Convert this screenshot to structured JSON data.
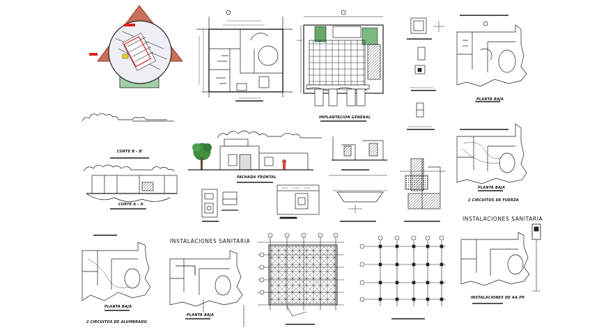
{
  "labels": {
    "planta_baja_1": "PLANTA BAJA",
    "implantacion_general": "IMPLANTACION GENERAL",
    "corte_b": "CORTE B - B'",
    "corte_a": "CORTE A - A'",
    "fachada_frontal": "FACHADA FRONTAL",
    "planta_baja_2": "PLANTA BAJA",
    "circuitos_fuerza": "2 CIRCUITOS DE FUERZA",
    "instalaciones_sanitaria_1": "INSTALACIONES SANITARIA",
    "instalaciones_sanitaria_2": "INSTALACIONES SANITARIA",
    "planta_baja_3": "PLANTA BAJA",
    "circuitos_alumbrado": "2 CIRCUITOS DE ALUMBRADO",
    "planta_baja_4": "PLANTA BAJA",
    "instalaciones_aapp": "INSTALACIONES DE AA.PP."
  },
  "colors": {
    "line": "#1a1a1a",
    "accent_red": "#e02020",
    "roof": "#b5543b",
    "vegetation": "#3f8f3f",
    "site_green": "#8fc59b",
    "locator_circle": "#e8e8f0"
  }
}
